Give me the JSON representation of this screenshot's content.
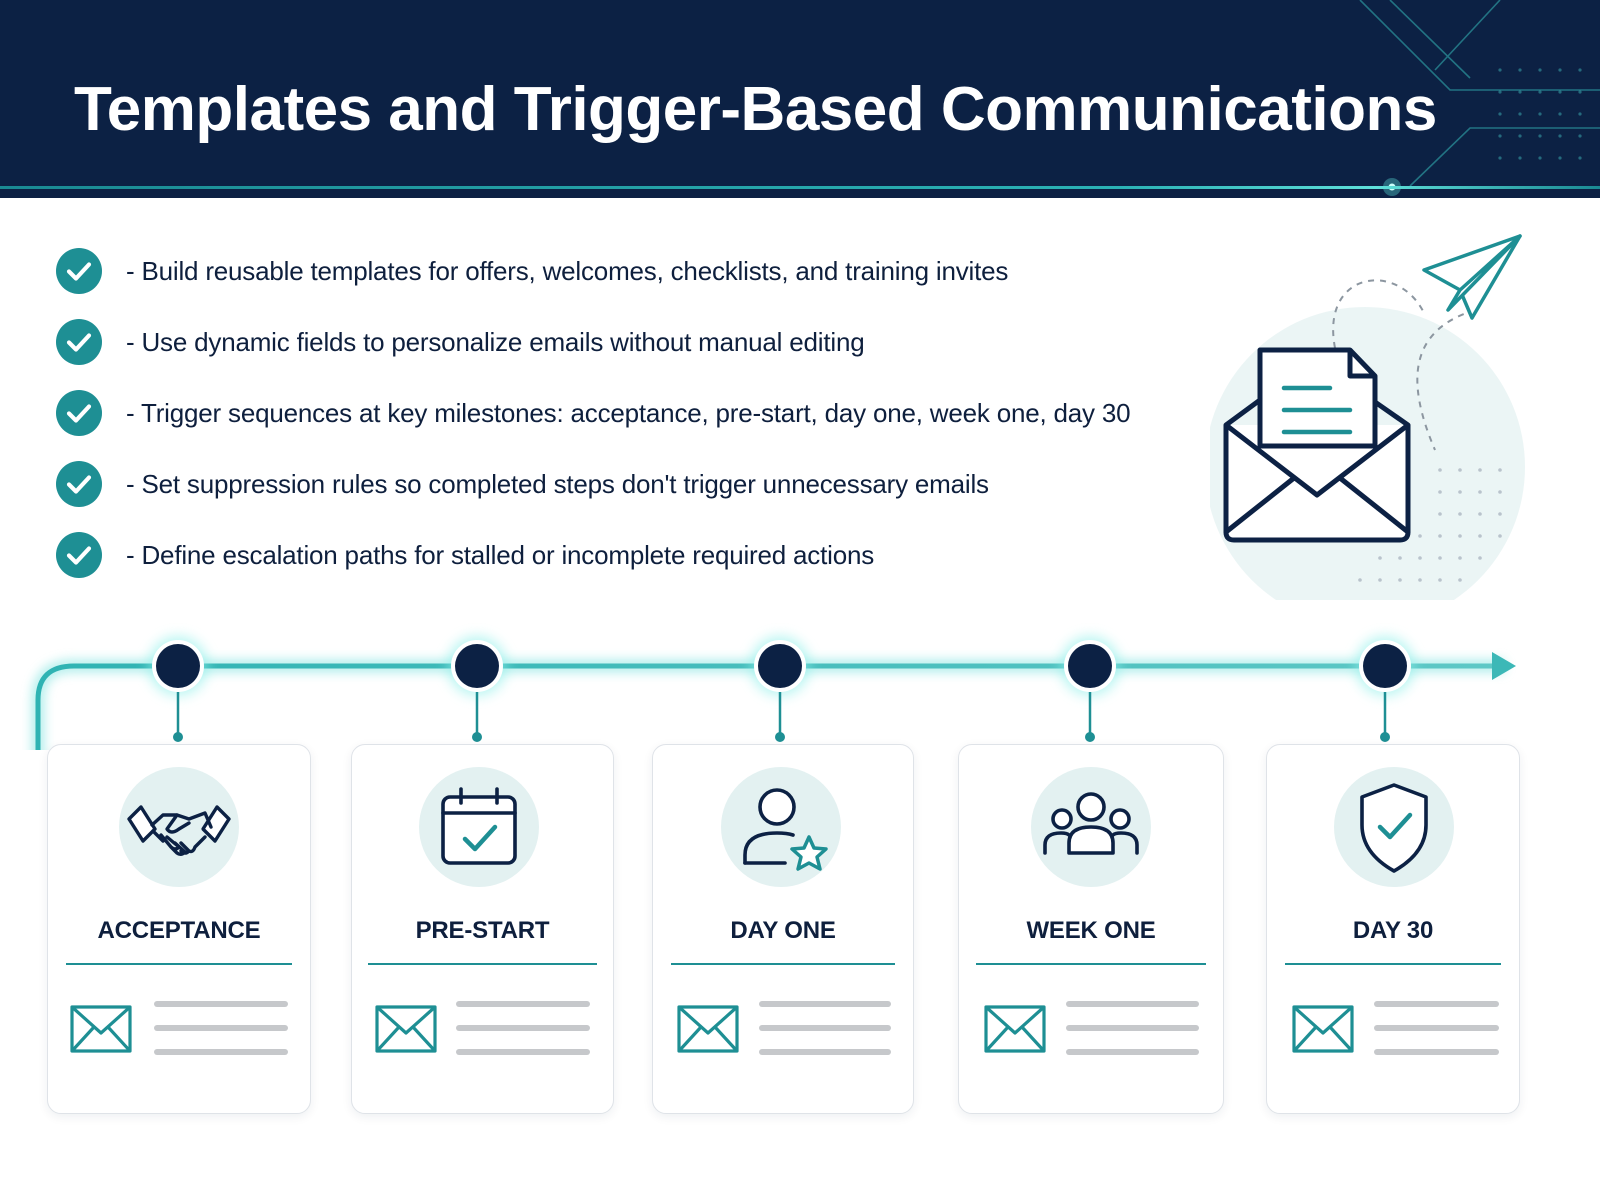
{
  "header": {
    "title": "Templates and Trigger-Based Communications"
  },
  "bullets": [
    "- Build reusable templates for offers, welcomes, checklists, and training invites",
    "- Use dynamic fields to personalize emails without manual editing",
    "- Trigger sequences at key milestones: acceptance, pre-start, day one, week one, day 30",
    "- Set suppression rules so completed steps don't trigger unnecessary emails",
    "- Define escalation paths for stalled or incomplete required actions"
  ],
  "milestones": [
    {
      "label": "ACCEPTANCE",
      "icon": "handshake-icon"
    },
    {
      "label": "PRE-START",
      "icon": "calendar-check-icon"
    },
    {
      "label": "DAY ONE",
      "icon": "user-star-icon"
    },
    {
      "label": "WEEK ONE",
      "icon": "team-icon"
    },
    {
      "label": "DAY 30",
      "icon": "shield-check-icon"
    }
  ],
  "colors": {
    "navy": "#0c2144",
    "teal": "#1e8f94",
    "teal_light": "#e3f1f1",
    "text": "#0e1f3d"
  }
}
